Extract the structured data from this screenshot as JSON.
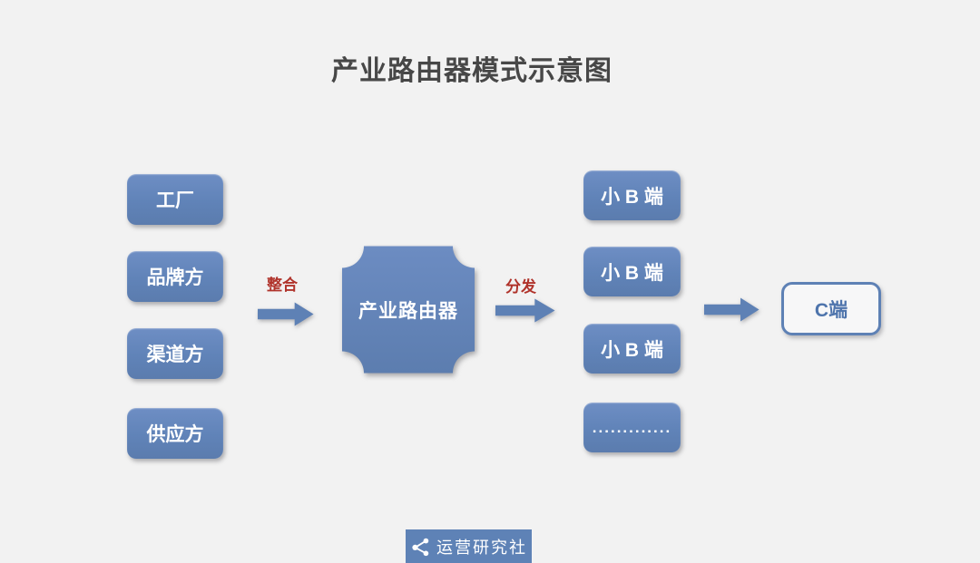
{
  "title": "产业路由器模式示意图",
  "colors": {
    "background": "#F2F2F2",
    "node_blue": "#6083B8",
    "node_blue_light": "#6E8EC4",
    "node_blue_dark": "#5B7CAE",
    "arrow_blue": "#5E81B5",
    "flow_label_red": "#B0332B",
    "title_gray": "#474747",
    "c_end_text_blue": "#4E74AC",
    "footer_badge_blue": "#5E82B6"
  },
  "sources": {
    "items": [
      {
        "label": "工厂"
      },
      {
        "label": "品牌方"
      },
      {
        "label": "渠道方"
      },
      {
        "label": "供应方"
      }
    ]
  },
  "flow": {
    "integrate_label": "整合",
    "distribute_label": "分发",
    "router_label": "产业路由器"
  },
  "small_b": {
    "items": [
      {
        "label": "小 B 端"
      },
      {
        "label": "小 B 端"
      },
      {
        "label": "小 B 端"
      },
      {
        "label": "............."
      }
    ]
  },
  "c_end": {
    "label": "C端"
  },
  "footer": {
    "brand": "运营研究社",
    "icon": "share-icon"
  }
}
